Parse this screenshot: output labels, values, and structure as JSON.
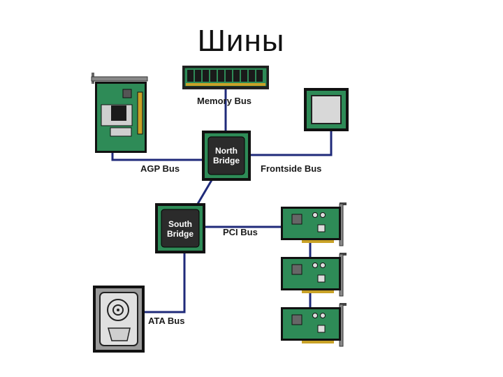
{
  "title": "Шины",
  "colors": {
    "bus_line": "#1f2a7a",
    "board_green": "#2e8b57",
    "board_dark": "#111111",
    "chip_fill": "#2b2b2b",
    "gold": "#c9a227"
  },
  "chips": {
    "north_bridge": {
      "line1": "North",
      "line2": "Bridge"
    },
    "south_bridge": {
      "line1": "South",
      "line2": "Bridge"
    }
  },
  "buses": {
    "memory": "Memory Bus",
    "agp": "AGP Bus",
    "frontside": "Frontside Bus",
    "pci": "PCI Bus",
    "ata": "ATA Bus"
  },
  "icons": [
    "memory-module-icon",
    "agp-video-card-icon",
    "cpu-icon",
    "pci-card-icon",
    "hard-drive-icon"
  ]
}
